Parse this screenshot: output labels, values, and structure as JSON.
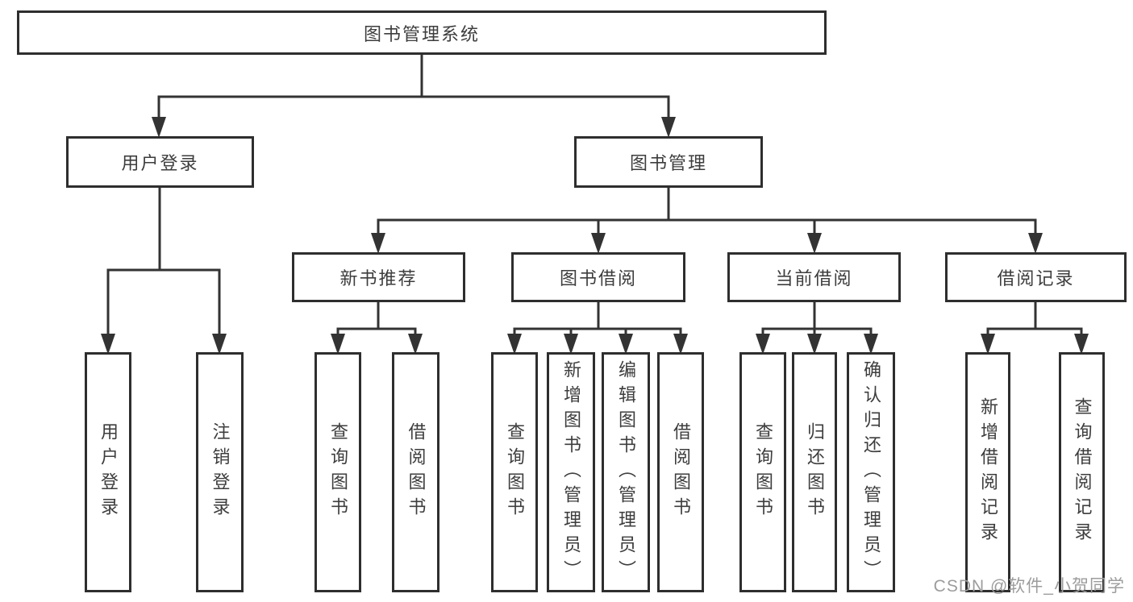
{
  "diagram_title": "图书管理系统",
  "tree": {
    "label": "图书管理系统",
    "children": [
      {
        "label": "用户登录",
        "children": [
          {
            "label": "用户登录"
          },
          {
            "label": "注销登录"
          }
        ]
      },
      {
        "label": "图书管理",
        "children": [
          {
            "label": "新书推荐",
            "children": [
              {
                "label": "查询图书"
              },
              {
                "label": "借阅图书"
              }
            ]
          },
          {
            "label": "图书借阅",
            "children": [
              {
                "label": "查询图书"
              },
              {
                "label": "新增图书（管理员）"
              },
              {
                "label": "编辑图书（管理员）"
              },
              {
                "label": "借阅图书"
              }
            ]
          },
          {
            "label": "当前借阅",
            "children": [
              {
                "label": "查询图书"
              },
              {
                "label": "归还图书"
              },
              {
                "label": "确认归还（管理员）"
              }
            ]
          },
          {
            "label": "借阅记录",
            "children": [
              {
                "label": "新增借阅记录"
              },
              {
                "label": "查询借阅记录"
              }
            ]
          }
        ]
      }
    ]
  },
  "watermark": {
    "text": "CSDN @软件_小贺同学"
  },
  "colors": {
    "line": "#333333",
    "box_border": "#2e2e2e",
    "text": "#3d3d3d",
    "watermark": "#9c9c9c",
    "background": "#ffffff"
  }
}
